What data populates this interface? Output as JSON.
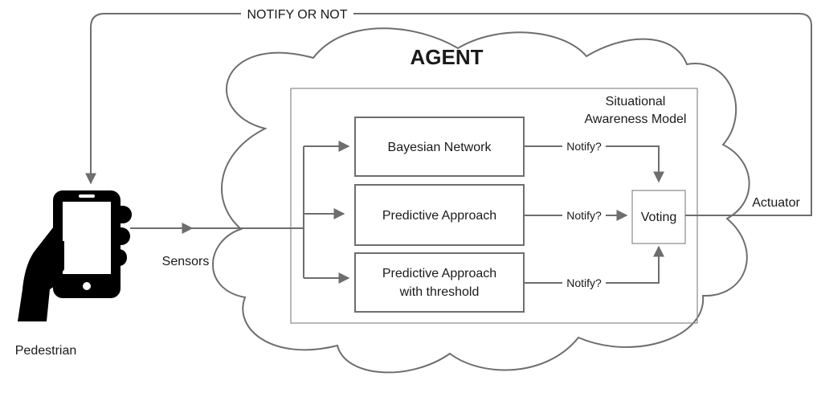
{
  "labels": {
    "notify_or_not": "NOTIFY OR NOT",
    "agent": "AGENT",
    "sam_line1": "Situational",
    "sam_line2": "Awareness Model",
    "bayesian": "Bayesian Network",
    "predictive": "Predictive Approach",
    "predictive_thr_line1": "Predictive Approach",
    "predictive_thr_line2": "with threshold",
    "notify_q": "Notify?",
    "voting": "Voting",
    "actuator": "Actuator",
    "sensors": "Sensors",
    "pedestrian": "Pedestrian"
  },
  "icons": {
    "person": "hand-holding-phone-icon",
    "cloud": "cloud-shape"
  },
  "colors": {
    "line": "#6e6e6e",
    "text": "#1a1a1a",
    "icon": "#000000"
  }
}
